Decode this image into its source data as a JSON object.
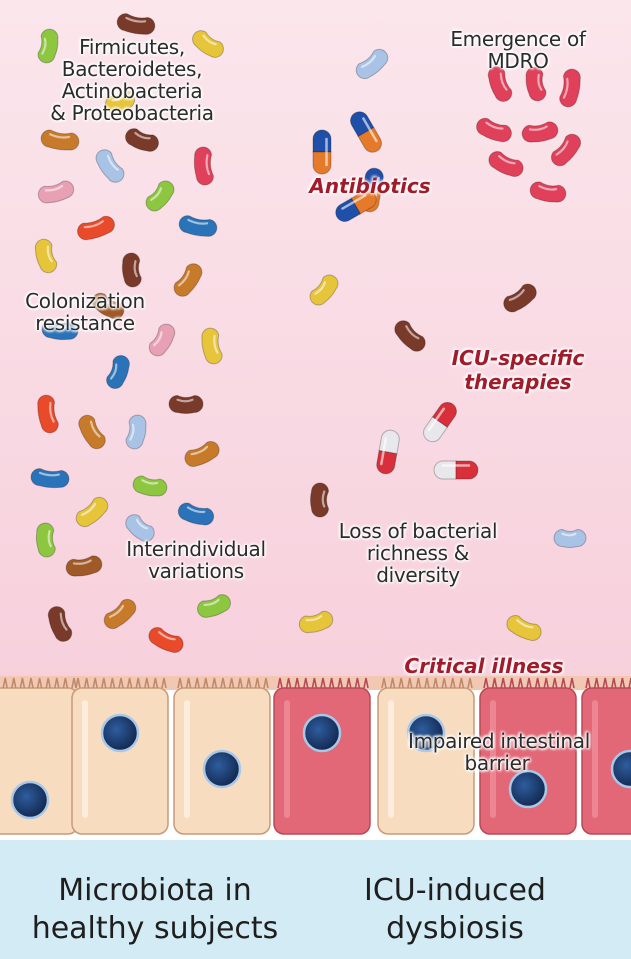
{
  "labels": {
    "phyla": [
      "Firmicutes,",
      "Bacteroidetes,",
      "Actinobacteria",
      "& Proteobacteria"
    ],
    "colonization": [
      "Colonization",
      "resistance"
    ],
    "interindividual": [
      "Interindividual",
      "variations"
    ],
    "mdro": [
      "Emergence of",
      "MDRO"
    ],
    "loss": [
      "Loss of bacterial",
      "richness &",
      "diversity"
    ],
    "barrier": [
      "Impaired intestinal",
      "barrier"
    ]
  },
  "emphasis": {
    "antibiotics": "Antibiotics",
    "icu_therapies": [
      "ICU-specific",
      "therapies"
    ],
    "critical_illness": "Critical illness"
  },
  "footer": {
    "left": [
      "Microbiota in",
      "healthy subjects"
    ],
    "right": [
      "ICU-induced",
      "dysbiosis"
    ]
  },
  "colors": {
    "lumen_top": "#fbe6ec",
    "lumen_bottom": "#f7d0dc",
    "healthy_cell": "#f8dcc0",
    "inflamed_cell": "#e26877",
    "nucleus": "#1f3f72",
    "footer_bg": "#d3ebf5",
    "emphasis_text": "#a01c2b",
    "bacteria_palette": [
      "#7a3a2a",
      "#e6c53a",
      "#2a73b8",
      "#e84a2a",
      "#8dc63f",
      "#a05a28",
      "#e8a0b4",
      "#a9c3e6",
      "#c77a2a",
      "#e0405a"
    ]
  },
  "icons": [
    "rod-bacterium-icon",
    "capsule-pill-icon",
    "epithelial-cell-icon",
    "nucleus-icon"
  ]
}
